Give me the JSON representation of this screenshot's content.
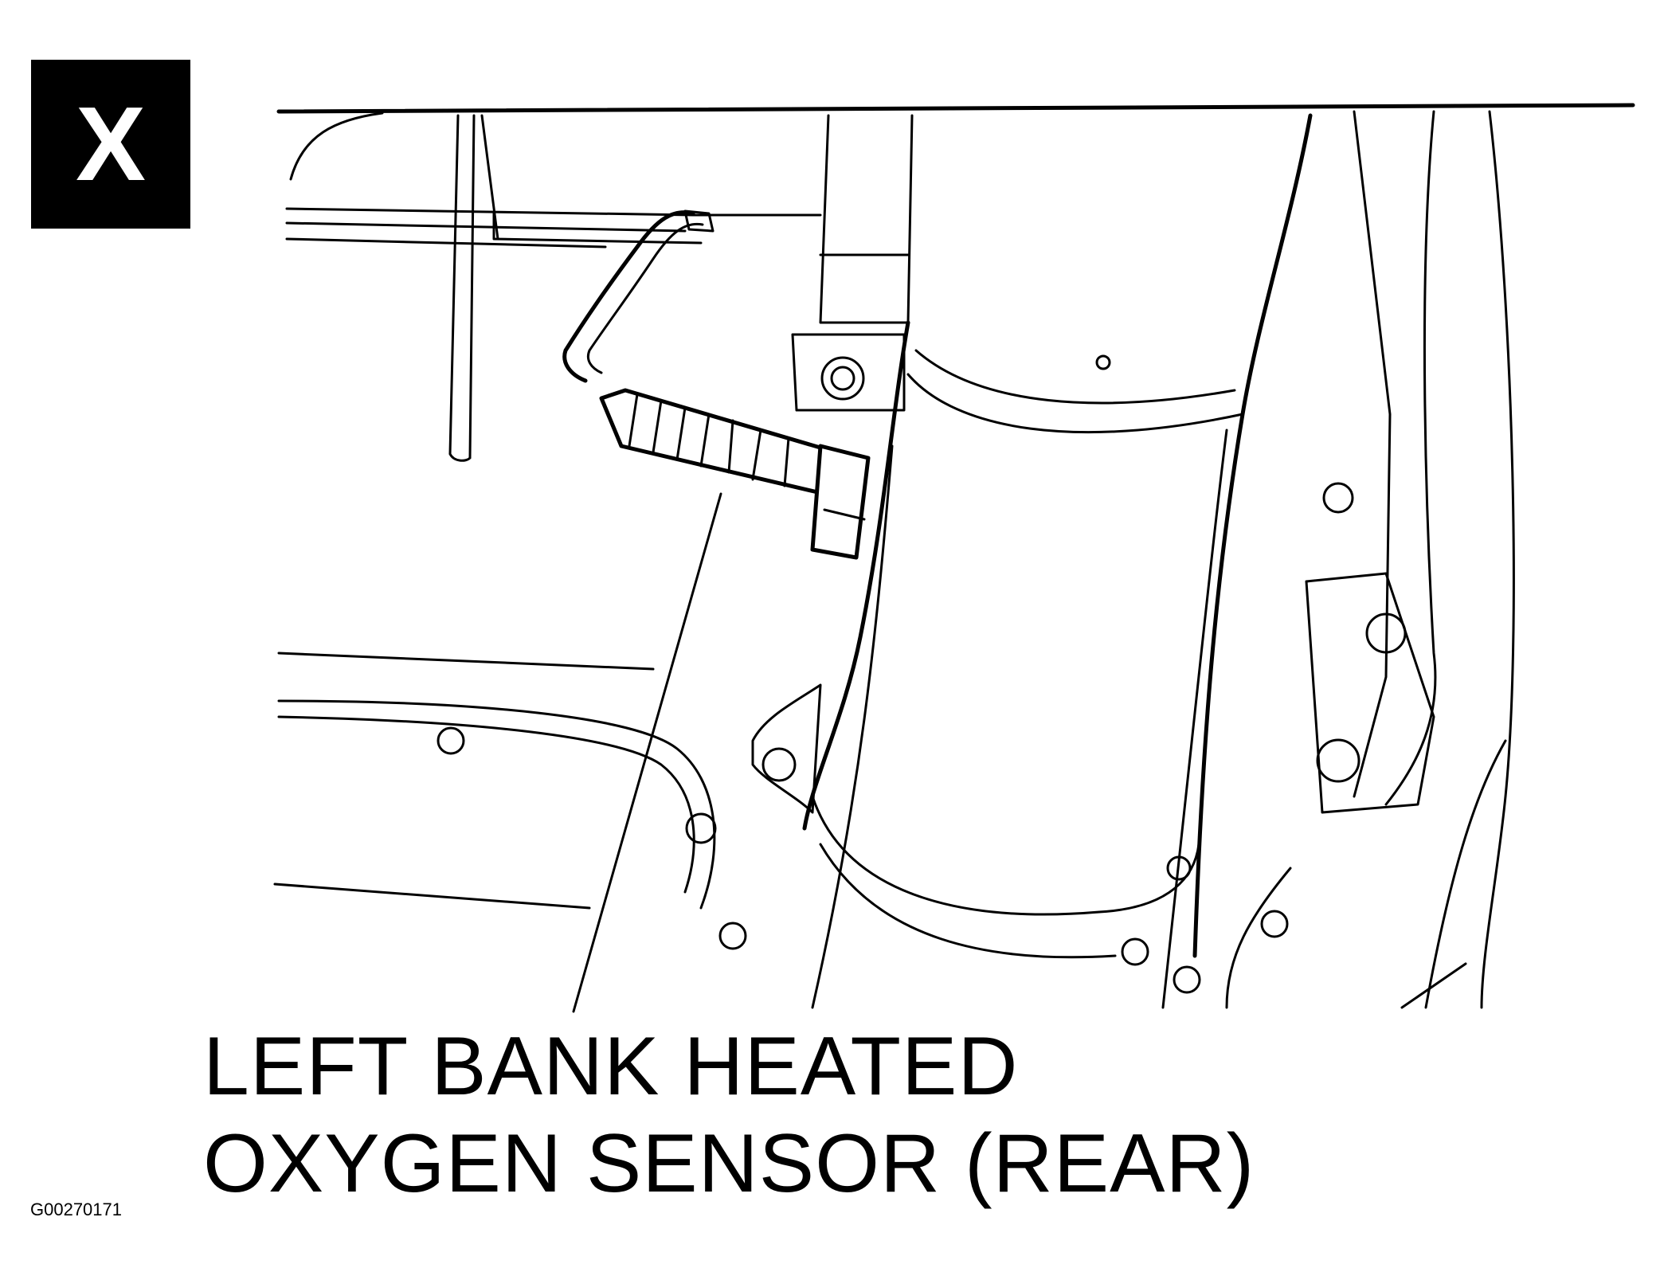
{
  "badge": {
    "letter": "X"
  },
  "caption": {
    "line1": "LEFT BANK HEATED",
    "line2": "OXYGEN SENSOR (REAR)"
  },
  "figure_id": "G00270171",
  "colors": {
    "ink": "#000000",
    "paper": "#ffffff"
  }
}
